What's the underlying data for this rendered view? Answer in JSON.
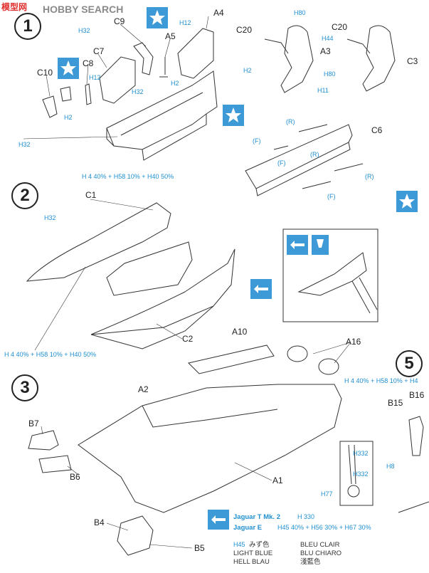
{
  "watermark": {
    "cn": "模型网",
    "text": "HOBBY SEARCH"
  },
  "steps": [
    "1",
    "2",
    "3",
    "5"
  ],
  "labels": {
    "step1": {
      "C9": "C9",
      "A4": "A4",
      "A5": "A5",
      "C7": "C7",
      "C8": "C8",
      "C10": "C10",
      "C20a": "C20",
      "A3": "A3",
      "C20b": "C20",
      "C3": "C3",
      "C6": "C6"
    },
    "step2": {
      "C1": "C1",
      "C2": "C2"
    },
    "step3": {
      "A10": "A10",
      "A16": "A16",
      "A2": "A2",
      "B7": "B7",
      "B6": "B6",
      "A1": "A1",
      "B4": "B4",
      "B5": "B5"
    },
    "step5": {
      "B15": "B15",
      "B16": "B16"
    }
  },
  "codes": {
    "h32a": "H32",
    "h12a": "H12",
    "h2a": "H2",
    "h12b": "H12",
    "h32b": "H32",
    "h2b": "H2",
    "h32c": "H32",
    "h80a": "H80",
    "h44": "H44",
    "h2c": "H2",
    "h80b": "H80",
    "h11": "H11",
    "h32d": "H32",
    "h332a": "H332",
    "h332b": "H332",
    "h77": "H77",
    "h8": "H8"
  },
  "fparts": {
    "r1": "(R)",
    "f1": "(F)",
    "r2": "(R)",
    "f2": "(F)",
    "r3": "(R)",
    "f3": "(F)"
  },
  "mixes": {
    "step1": "H 4 40% + H58 10% + H40 50%",
    "step2": "H 4 40% + H58 10% + H40 50%",
    "step5": "H 4 40% + H58 10% + H4"
  },
  "jaguar": {
    "tmk2_label": "Jaguar T Mk. 2",
    "tmk2_code": "H 330",
    "e_label": "Jaguar E",
    "e_mix": "H45 40% + H56 30% + H67 30%"
  },
  "legend": {
    "code": "H45",
    "jp": "みず色",
    "fr": "BLEU CLAIR",
    "en": "LIGHT BLUE",
    "it": "BLU CHIARO",
    "de": "HELL BLAU",
    "cn": "淺藍色"
  },
  "colors": {
    "accent": "#3d9ad6",
    "code_text": "#1f8fd0",
    "line": "#333333"
  }
}
